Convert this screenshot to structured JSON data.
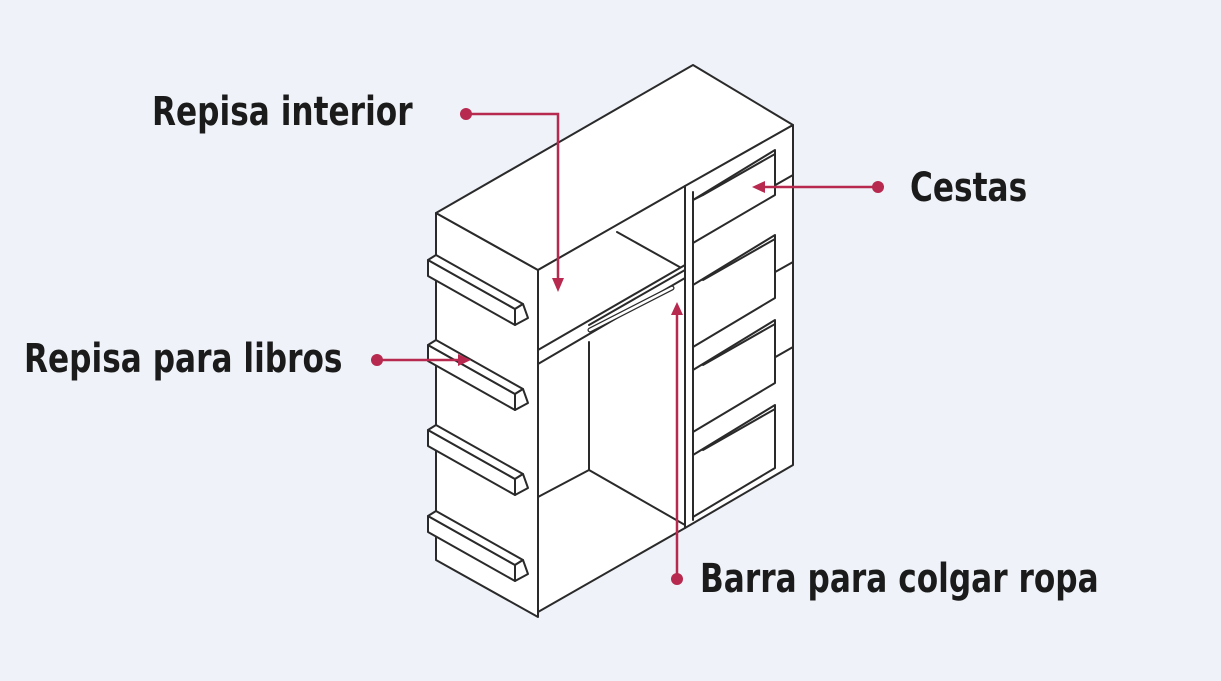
{
  "labels": {
    "repisa_interior": "Repisa interior",
    "repisa_libros": "Repisa para libros",
    "cestas": "Cestas",
    "barra": "Barra para colgar ropa"
  },
  "colors": {
    "background": "#eff3f9",
    "accent": "#b8294f",
    "outline": "#2a2a2a",
    "furniture_fill": "#ffffff",
    "text": "#1b1b1b"
  }
}
